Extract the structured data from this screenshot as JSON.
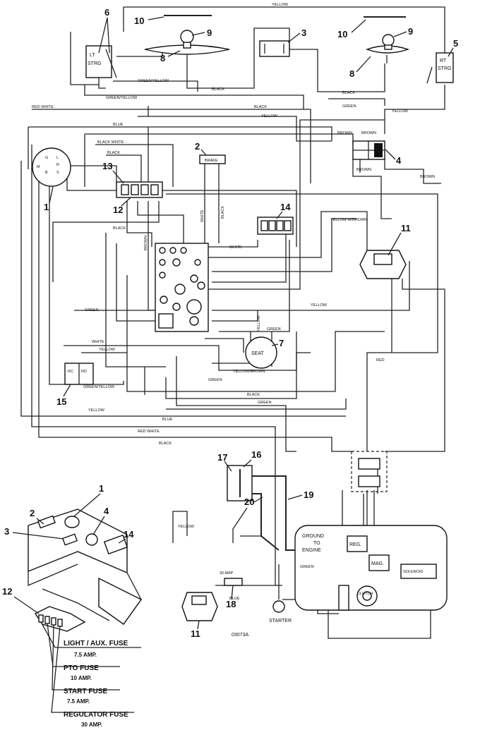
{
  "figure_id": "03073A",
  "callouts": {
    "n1": "1",
    "n2": "2",
    "n3": "3",
    "n4": "4",
    "n5": "5",
    "n6": "6",
    "n7": "7",
    "n8": "8",
    "n9": "9",
    "n10": "10",
    "n11": "11",
    "n12": "12",
    "n13": "13",
    "n14": "14",
    "n15": "15",
    "n16": "16",
    "n17": "17",
    "n18": "18",
    "n19": "19",
    "n20": "20"
  },
  "components": {
    "lt_strg_l1": "LT",
    "lt_strg_l2": "STRG",
    "rt_strg_l1": "RT",
    "rt_strg_l2": "STRG",
    "brake": "BRAKE",
    "seat": "SEAT",
    "reg_small": "REG.",
    "mag": "MAG.",
    "solenoid": "SOLENOID",
    "clutch": "CLUTCH",
    "starter": "STARTER",
    "ground_l1": "GROUND",
    "ground_l2": "TO",
    "ground_l3": "ENGINE",
    "fuse_30amp": "30 AMP",
    "rc": "RC",
    "rd": "RD",
    "key_g": "G",
    "key_m": "M",
    "key_l": "L",
    "key_b": "B",
    "key_s": "S",
    "key_r": "R"
  },
  "wire_labels": {
    "yellow_top": "YELLOW",
    "green_yellow_1": "GREEN/YELLOW",
    "black_1": "BLACK",
    "green_yellow_2": "GREEN/YELLOW",
    "black_2": "BLACK",
    "green_1": "GREEN",
    "yellow_1": "YELLOW",
    "red_white_1": "RED WHITE",
    "black_3": "BLACK",
    "yellow_2": "YELLOW",
    "blue_1": "BLUE",
    "black_white": "BLACK WHITE",
    "black_4": "BLACK",
    "brown_1": "BROWN",
    "brown_2": "BROWN",
    "brown_3": "BROWN",
    "brown_4": "BROWN",
    "white_v": "WHITE",
    "black_v": "BLACK",
    "brown_v": "BROWN",
    "black_5": "BLACK",
    "yellow_white_brown": "YELLOW W/BROWN",
    "white_2": "WHITE",
    "green_2": "GREEN",
    "yellow_3": "YELLOW",
    "yellow_v": "YELLOW",
    "green_3": "GREEN",
    "white_3": "WHITE",
    "yellow_4": "YELLOW",
    "yellow_brown": "YELLOW/BROWN",
    "green_4": "GREEN",
    "green_yellow_3": "GREEN/YELLOW",
    "red": "RED",
    "black_6": "BLACK",
    "green_5": "GREEN",
    "yellow_5": "YELLOW",
    "blue_2": "BLUE",
    "red_white_2": "RED WHITE",
    "black_7": "BLACK",
    "yellow_6": "YELLOW",
    "blue_3": "BLUE",
    "green_6": "GREEN"
  },
  "fuses": {
    "light_label": "LIGHT / AUX. FUSE",
    "light_amp": "7.5 AMP.",
    "pto_label": "PTO FUSE",
    "pto_amp": "10 AMP.",
    "start_label": "START FUSE",
    "start_amp": "7.5 AMP.",
    "regulator_label": "REGULATOR FUSE",
    "regulator_amp": "30 AMP."
  }
}
